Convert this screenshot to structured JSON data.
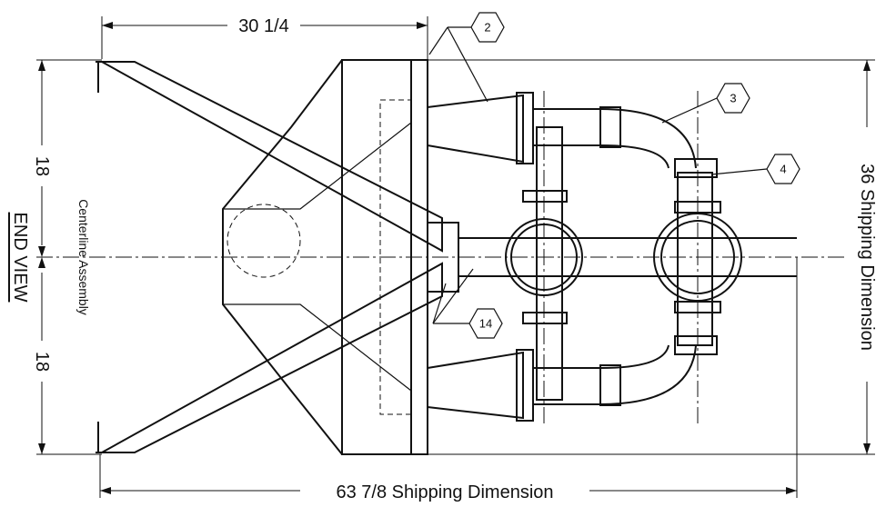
{
  "dimensions": {
    "top_width": "30 1/4",
    "bottom_width": "63 7/8 Shipping Dimension",
    "right_height": "36 Shipping Dimension",
    "left_upper": "18",
    "left_lower": "18"
  },
  "labels": {
    "end_view": "END VIEW",
    "centerline": "Centerline Assembly"
  },
  "callouts": {
    "c2": "2",
    "c3": "3",
    "c4": "4",
    "c14": "14"
  }
}
